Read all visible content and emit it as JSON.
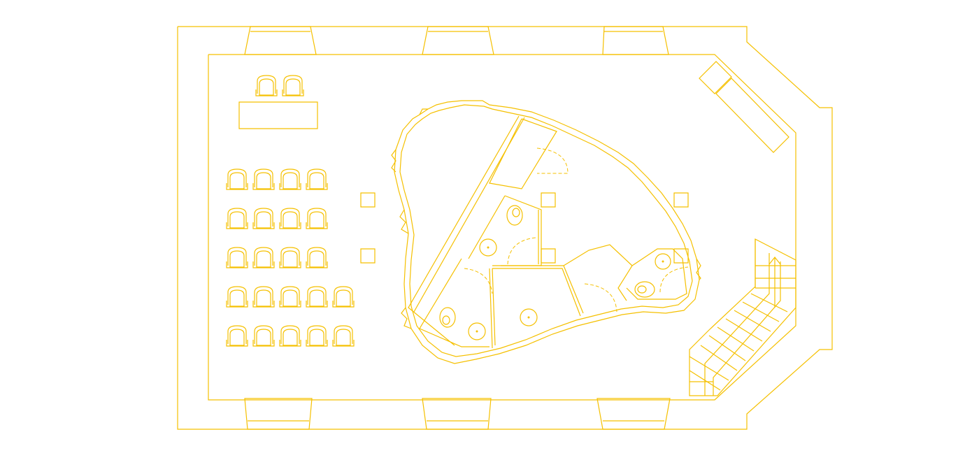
{
  "drawing": {
    "type": "architectural floor plan",
    "line_color": "#f5c000",
    "background": "#ffffff"
  },
  "furniture": {
    "seating_rows": [
      4,
      4,
      4,
      5,
      5
    ],
    "lounge_chairs": 2,
    "reception_desks": 1,
    "columns": 6
  },
  "core": {
    "toilets": 3,
    "sinks": 4,
    "door_swings": 5
  },
  "stair": {
    "direction_icon": "up-arrow-icon"
  }
}
